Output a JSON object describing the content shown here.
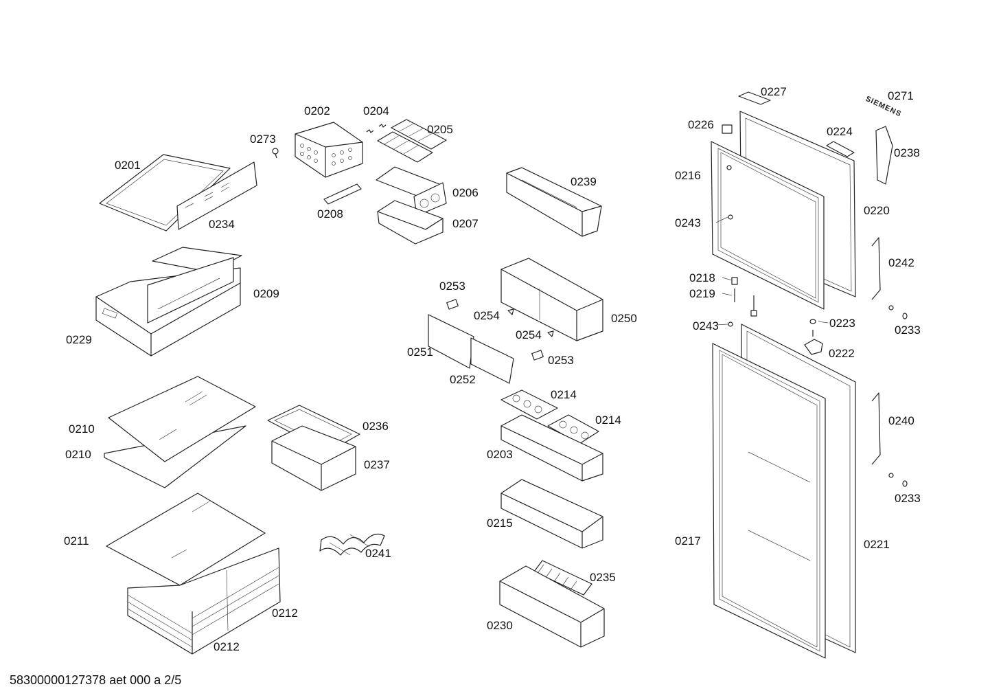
{
  "footer": {
    "doc_id": "58300000127378 aet 000 a 2/5"
  },
  "logo": {
    "text": "SIEMENS"
  },
  "labels": {
    "l0201": "0201",
    "l0234": "0234",
    "l0273": "0273",
    "l0202": "0202",
    "l0208": "0208",
    "l0204": "0204",
    "l0205": "0205",
    "l0206": "0206",
    "l0207": "0207",
    "l0239": "0239",
    "l0209": "0209",
    "l0229": "0229",
    "l0253a": "0253",
    "l0254a": "0254",
    "l0254b": "0254",
    "l0250": "0250",
    "l0251": "0251",
    "l0252": "0252",
    "l0253b": "0253",
    "l0214a": "0214",
    "l0214b": "0214",
    "l0203": "0203",
    "l0210a": "0210",
    "l0210b": "0210",
    "l0236": "0236",
    "l0237": "0237",
    "l0215": "0215",
    "l0211": "0211",
    "l0241": "0241",
    "l0235": "0235",
    "l0212a": "0212",
    "l0212b": "0212",
    "l0230": "0230",
    "l0227": "0227",
    "l0271": "0271",
    "l0226": "0226",
    "l0224": "0224",
    "l0238": "0238",
    "l0216": "0216",
    "l0220": "0220",
    "l0243a": "0243",
    "l0242": "0242",
    "l0218": "0218",
    "l0219": "0219",
    "l0223": "0223",
    "l0233a": "0233",
    "l0243b": "0243",
    "l0222": "0222",
    "l0240": "0240",
    "l0233b": "0233",
    "l0217": "0217",
    "l0221": "0221"
  }
}
